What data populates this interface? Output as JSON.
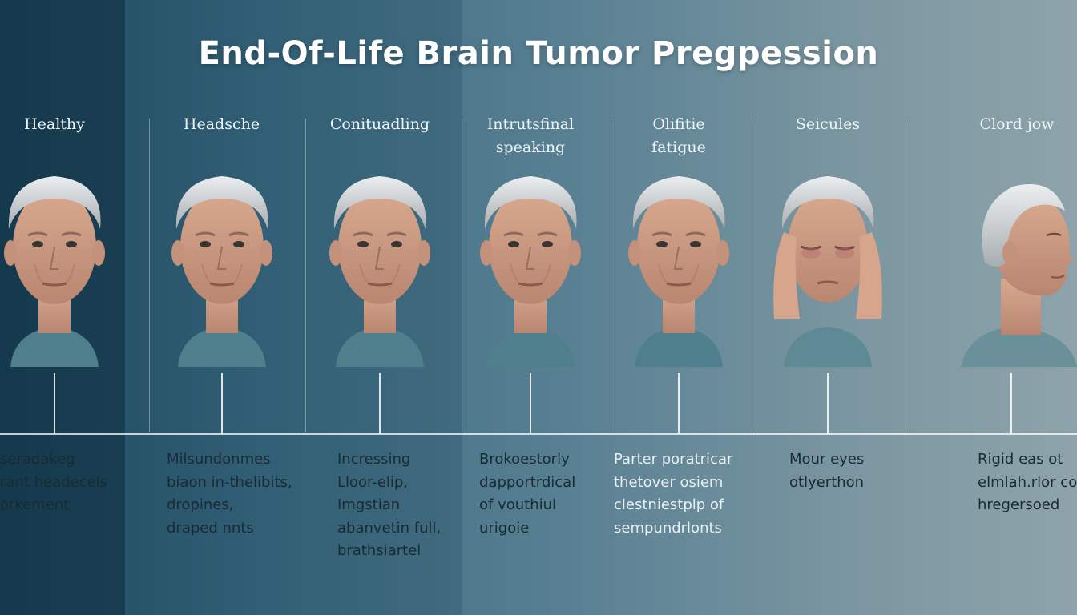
{
  "title": "End-Of-Life Brain Tumor Pregpession",
  "stages": [
    {
      "label": "Healthy",
      "description": "seradakeg\nrant headecels\norkement"
    },
    {
      "label": "Headsche",
      "description": "Milsundonmes\nbiaon in-thelibits,\ndropines,\ndraped nnts"
    },
    {
      "label": "Conituadling",
      "description": "Incressing\nLloor-elip,\nImgstian\nabanvetin full,\nbrathsiartel"
    },
    {
      "label": "Intrutsfinal\nspeaking",
      "description": "Brokoestorly\ndapportrdical\nof vouthiul\nurigoie"
    },
    {
      "label": "Olifitie\nfatigue",
      "description": "Parter poratricar\nthetover osiem\nclestniestplp of\nsempundrlonts"
    },
    {
      "label": "Seicules",
      "description": "Mour eyes\notlyerthon"
    },
    {
      "label": "Clord jow",
      "description": "Rigid eas ot\nelmlah.rlor co\nhregersoed"
    }
  ]
}
